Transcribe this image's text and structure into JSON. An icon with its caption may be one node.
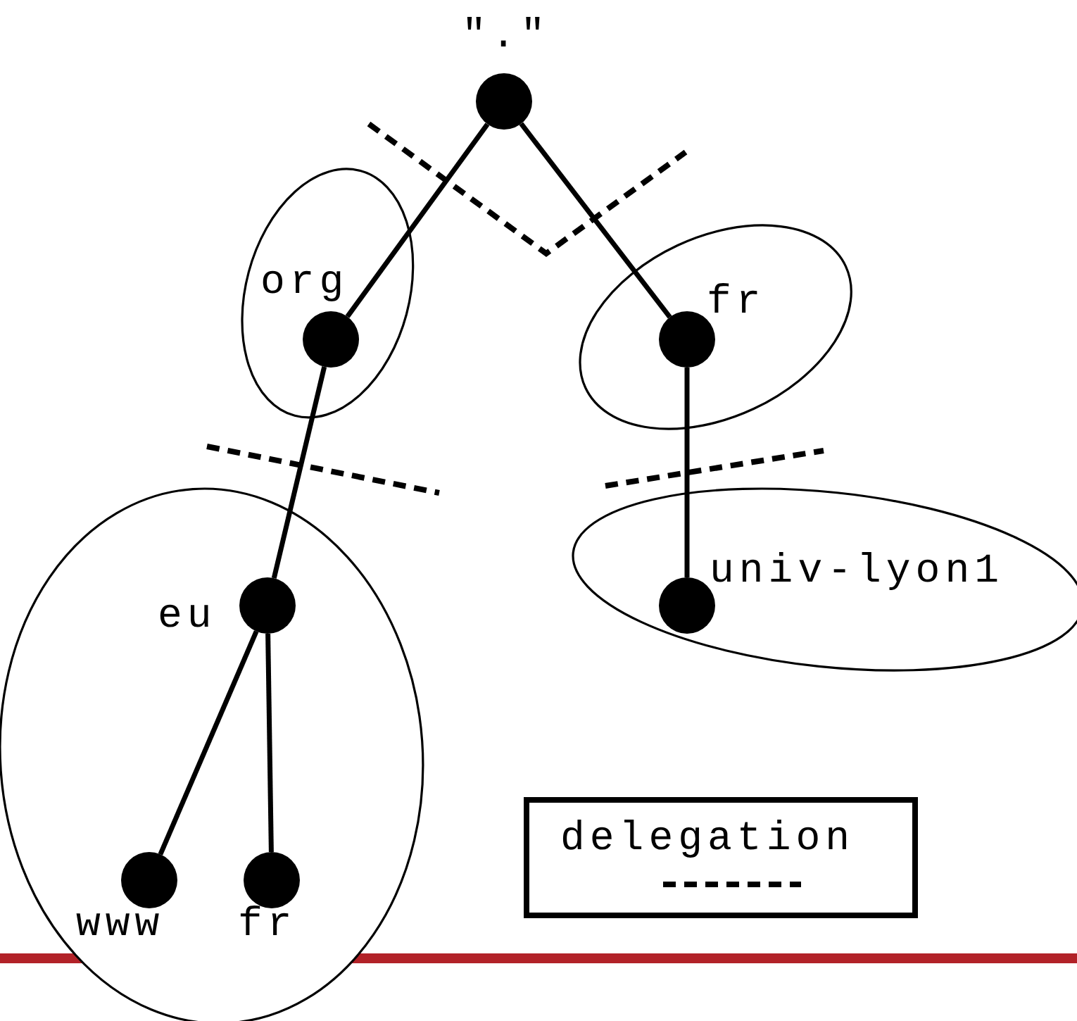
{
  "diagram": {
    "nodes": [
      {
        "text": [],
        "shape": "circle",
        "beside": [
          "\".\""
        ]
      },
      {
        "text": [],
        "shape": "ellipse"
      },
      {
        "text": [],
        "shape": "circle",
        "beside": [
          "org"
        ],
        "in": 1
      },
      {
        "text": [],
        "shape": "ellipse"
      },
      {
        "text": [],
        "shape": "circle",
        "beside": [
          "fr"
        ],
        "in": 3
      },
      {
        "text": [],
        "shape": "ellipse"
      },
      {
        "text": [],
        "shape": "circle",
        "beside": [
          "eu"
        ],
        "in": 5
      },
      {
        "text": [],
        "shape": "ellipse"
      },
      {
        "text": [],
        "shape": "circle",
        "beside": [
          "univ-lyon1"
        ],
        "in": 7
      },
      {
        "text": [],
        "shape": "circle",
        "beside": [
          "www"
        ],
        "in": 5
      },
      {
        "text": [],
        "shape": "circle",
        "beside": [
          "fr"
        ],
        "in": 5
      }
    ],
    "edges": [
      {
        "from": 0,
        "to": 2,
        "arrow": "none"
      },
      {
        "from": 0,
        "to": 4,
        "arrow": "none"
      },
      {
        "from": 2,
        "to": 6,
        "arrow": "none"
      },
      {
        "from": 4,
        "to": 8,
        "arrow": "none"
      },
      {
        "from": 6,
        "to": 9,
        "arrow": "none"
      },
      {
        "from": 6,
        "to": 10,
        "arrow": "none"
      }
    ],
    "legend": [
      {
        "text": "delegation"
      }
    ]
  }
}
